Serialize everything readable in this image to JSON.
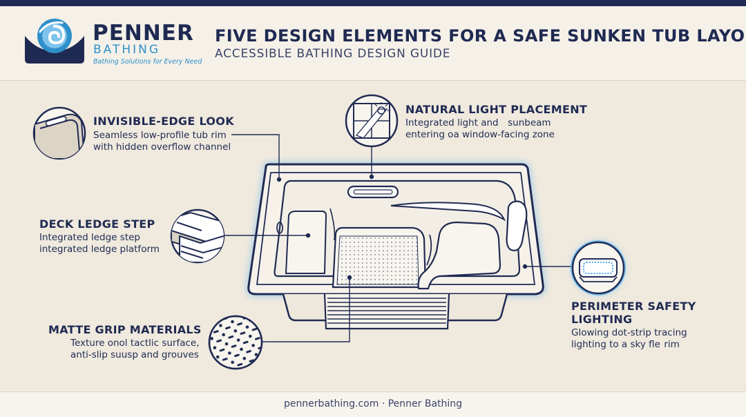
{
  "brand": {
    "name": "PENNER",
    "sub": "BATHING",
    "tagline": "Bathing Solutions for Every Need"
  },
  "header": {
    "title": "FIVE DESIGN ELEMENTS FOR A SAFE SUNKEN TUB LAYOUT",
    "subtitle": "ACCESSIBLE BATHING DESIGN GUIDE"
  },
  "features": {
    "invisible_edge": {
      "title": "INVISIBLE-EDGE LOOK",
      "desc_1": "Seamless low-profile tub rim",
      "desc_2": "with hidden overflow channel"
    },
    "natural_light": {
      "title": "NATURAL LIGHT PLACEMENT",
      "desc_1": "Integrated light and sunbeam",
      "desc_2": "entering oa window-facing zone"
    },
    "deck_ledge": {
      "title": "DECK LEDGE STEP",
      "desc_1": "Integrated ledge step",
      "desc_2": "integrated ledge platform"
    },
    "matte_grip": {
      "title": "MATTE GRIP MATERIALS",
      "desc_1": "Texture onol tactlic surface,",
      "desc_2": "anti-slip suusp and grouves"
    },
    "perimeter": {
      "title_1": "PERIMETER SAFETY",
      "title_2": "LIGHTING",
      "desc_1": "Glowing dot-strip tracing",
      "desc_2": "lighting to a sky fle  rim"
    }
  },
  "colors": {
    "navy": "#1f2a52",
    "accent_blue": "#2f8fc9",
    "background": "#efe9de",
    "glow": "#4aa8e8"
  },
  "footer": {
    "text": "pennerbathing.com · Penner Bathing"
  }
}
